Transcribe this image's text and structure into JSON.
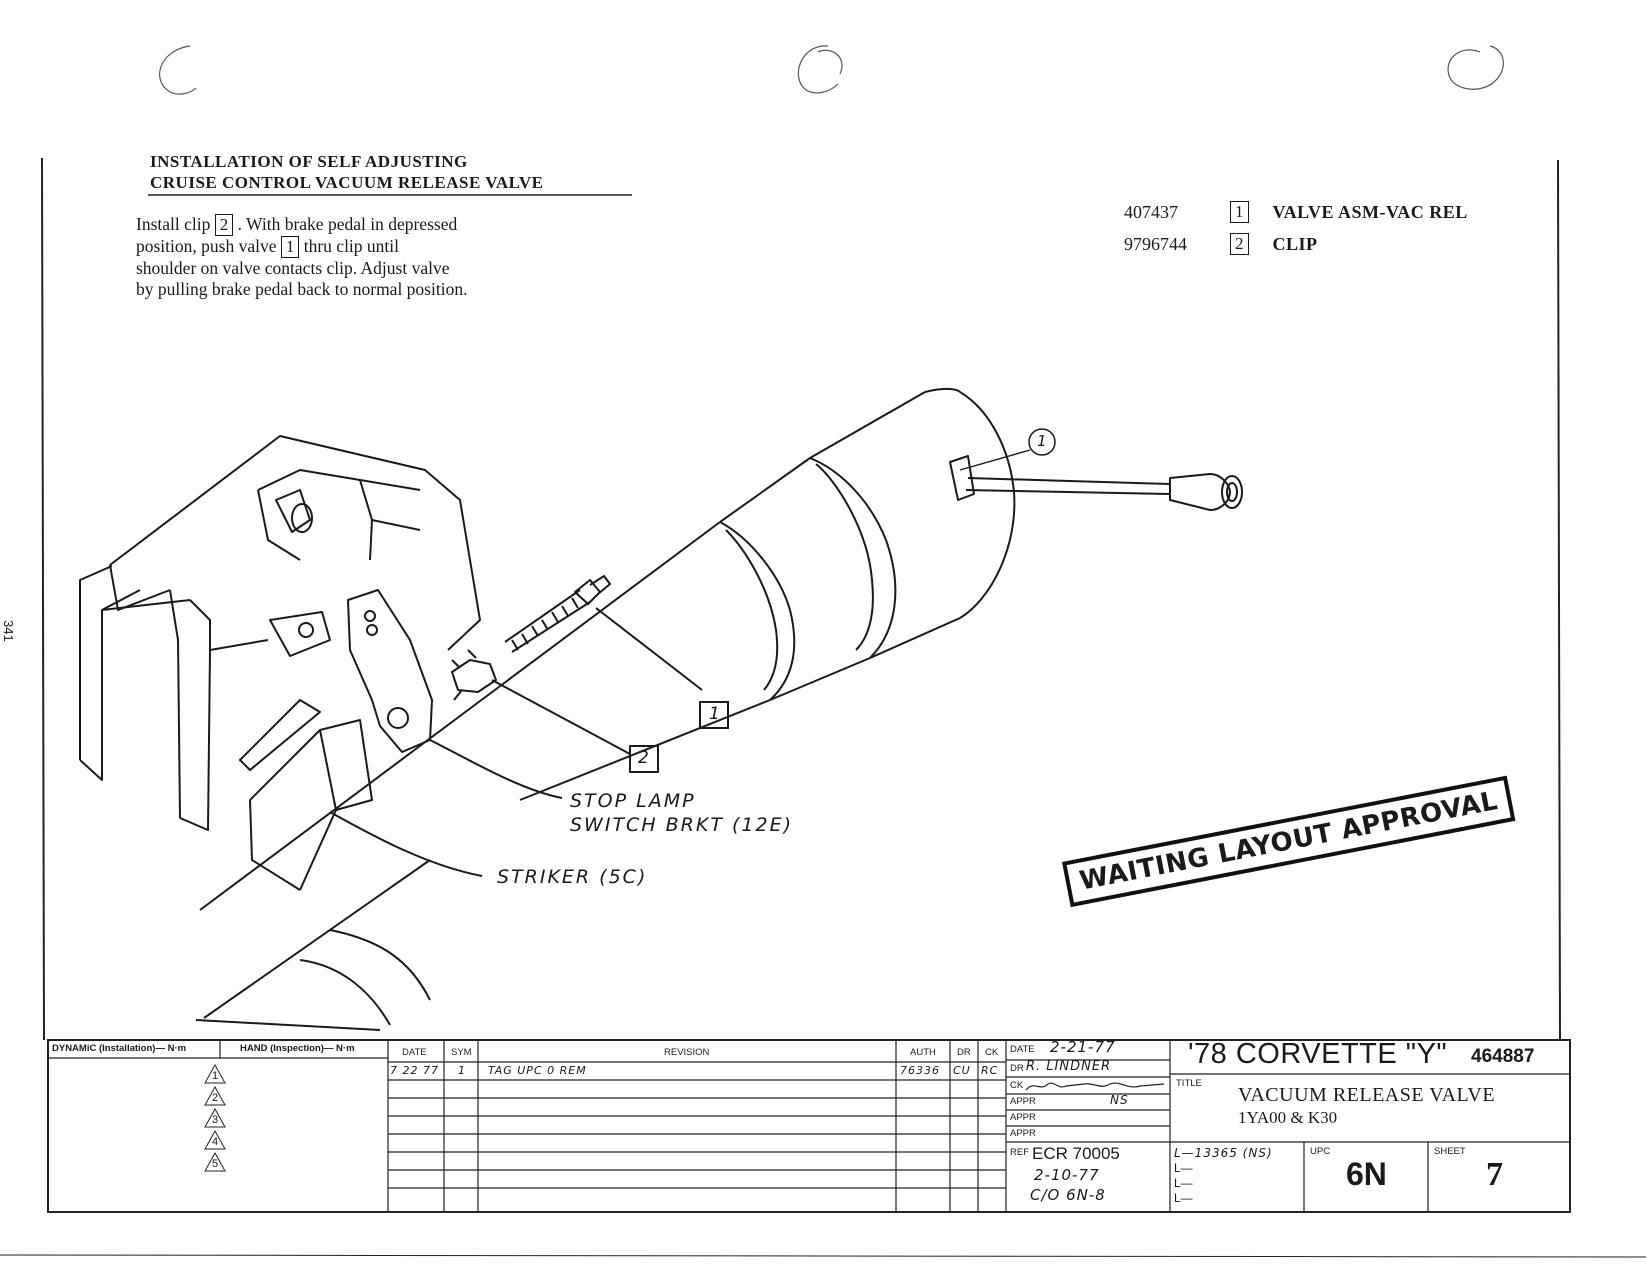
{
  "header": {
    "title_line1": "INSTALLATION OF SELF ADJUSTING",
    "title_line2": "CRUISE CONTROL VACUUM RELEASE VALVE"
  },
  "instructions": {
    "part1": "Install clip",
    "ref2": "2",
    "part2": ". With brake pedal in depressed",
    "part3": "position, push valve",
    "ref1": "1",
    "part4": "thru clip until",
    "line3": "shoulder on valve contacts clip.  Adjust valve",
    "line4": "by pulling brake pedal back to normal position."
  },
  "parts": [
    {
      "number": "407437",
      "ref": "1",
      "description": "VALVE ASM-VAC REL"
    },
    {
      "number": "9796744",
      "ref": "2",
      "description": "CLIP"
    }
  ],
  "callouts": {
    "circle_1": "1",
    "box_1": "1",
    "box_2": "2",
    "stop_lamp_line1": "STOP LAMP",
    "stop_lamp_line2": "SWITCH BRKT (12E)",
    "striker": "STRIKER (5C)"
  },
  "stamp": "WAITING LAYOUT APPROVAL",
  "margin_note": "341",
  "title_block": {
    "dynamic_label": "DYNAMiC (Installation)— N·m",
    "hand_label": "HAND (Inspection)— N·m",
    "triangles": [
      "1",
      "2",
      "3",
      "4",
      "5"
    ],
    "rev_headers": {
      "date": "DATE",
      "sym": "SYM",
      "revision": "REVISION",
      "auth": "AUTH",
      "dr": "DR",
      "ck": "CK"
    },
    "rev_rows": [
      {
        "date": "7 22 77",
        "sym": "1",
        "revision": "TAG UPC 0 REM",
        "auth": "76336",
        "dr": "CU",
        "ck": "RC"
      }
    ],
    "date_label": "DATE",
    "date_value": "2-21-77",
    "dr_label": "DR",
    "dr_value": "R. LINDNER",
    "ck_label": "CK",
    "appr_labels": [
      "APPR",
      "APPR",
      "APPR"
    ],
    "appr_value": "NS",
    "ref_label": "REF",
    "ref_line1": "ECR 70005",
    "ref_line2": "2-10-77",
    "ref_line3": "C/O 6N-8",
    "model": "'78 CORVETTE \"Y\"",
    "drawing_number": "464887",
    "title_label": "TITLE",
    "title_line1": "VACUUM RELEASE VALVE",
    "title_line2": "1YA00 & K30",
    "l_lines": [
      "L—13365 (NS)",
      "L—",
      "L—",
      "L—"
    ],
    "upc_label": "UPC",
    "upc_value": "6N",
    "sheet_label": "SHEET",
    "sheet_value": "7"
  }
}
